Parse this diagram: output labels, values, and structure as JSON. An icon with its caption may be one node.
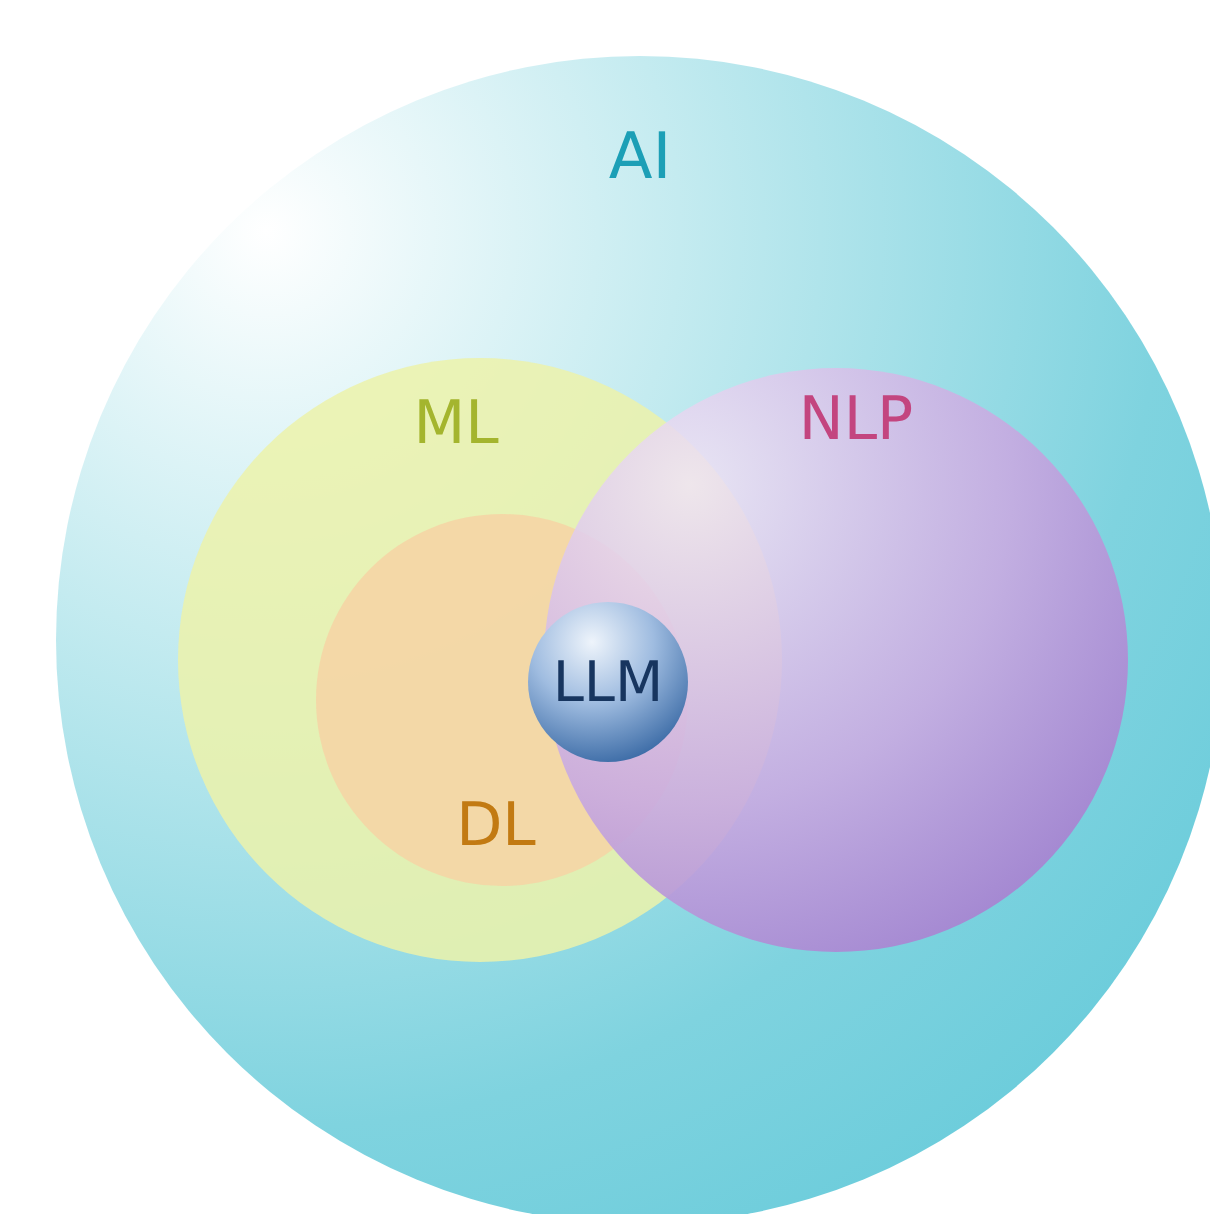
{
  "diagram": {
    "nodes": [
      {
        "text": [
          "AI"
        ]
      },
      {
        "text": [
          "ML"
        ],
        "in": 0
      },
      {
        "text": [
          "NLP"
        ],
        "in": 0
      },
      {
        "text": [
          "DL"
        ],
        "in": 1
      },
      {
        "text": [
          "LLM"
        ],
        "in": 3
      }
    ]
  }
}
